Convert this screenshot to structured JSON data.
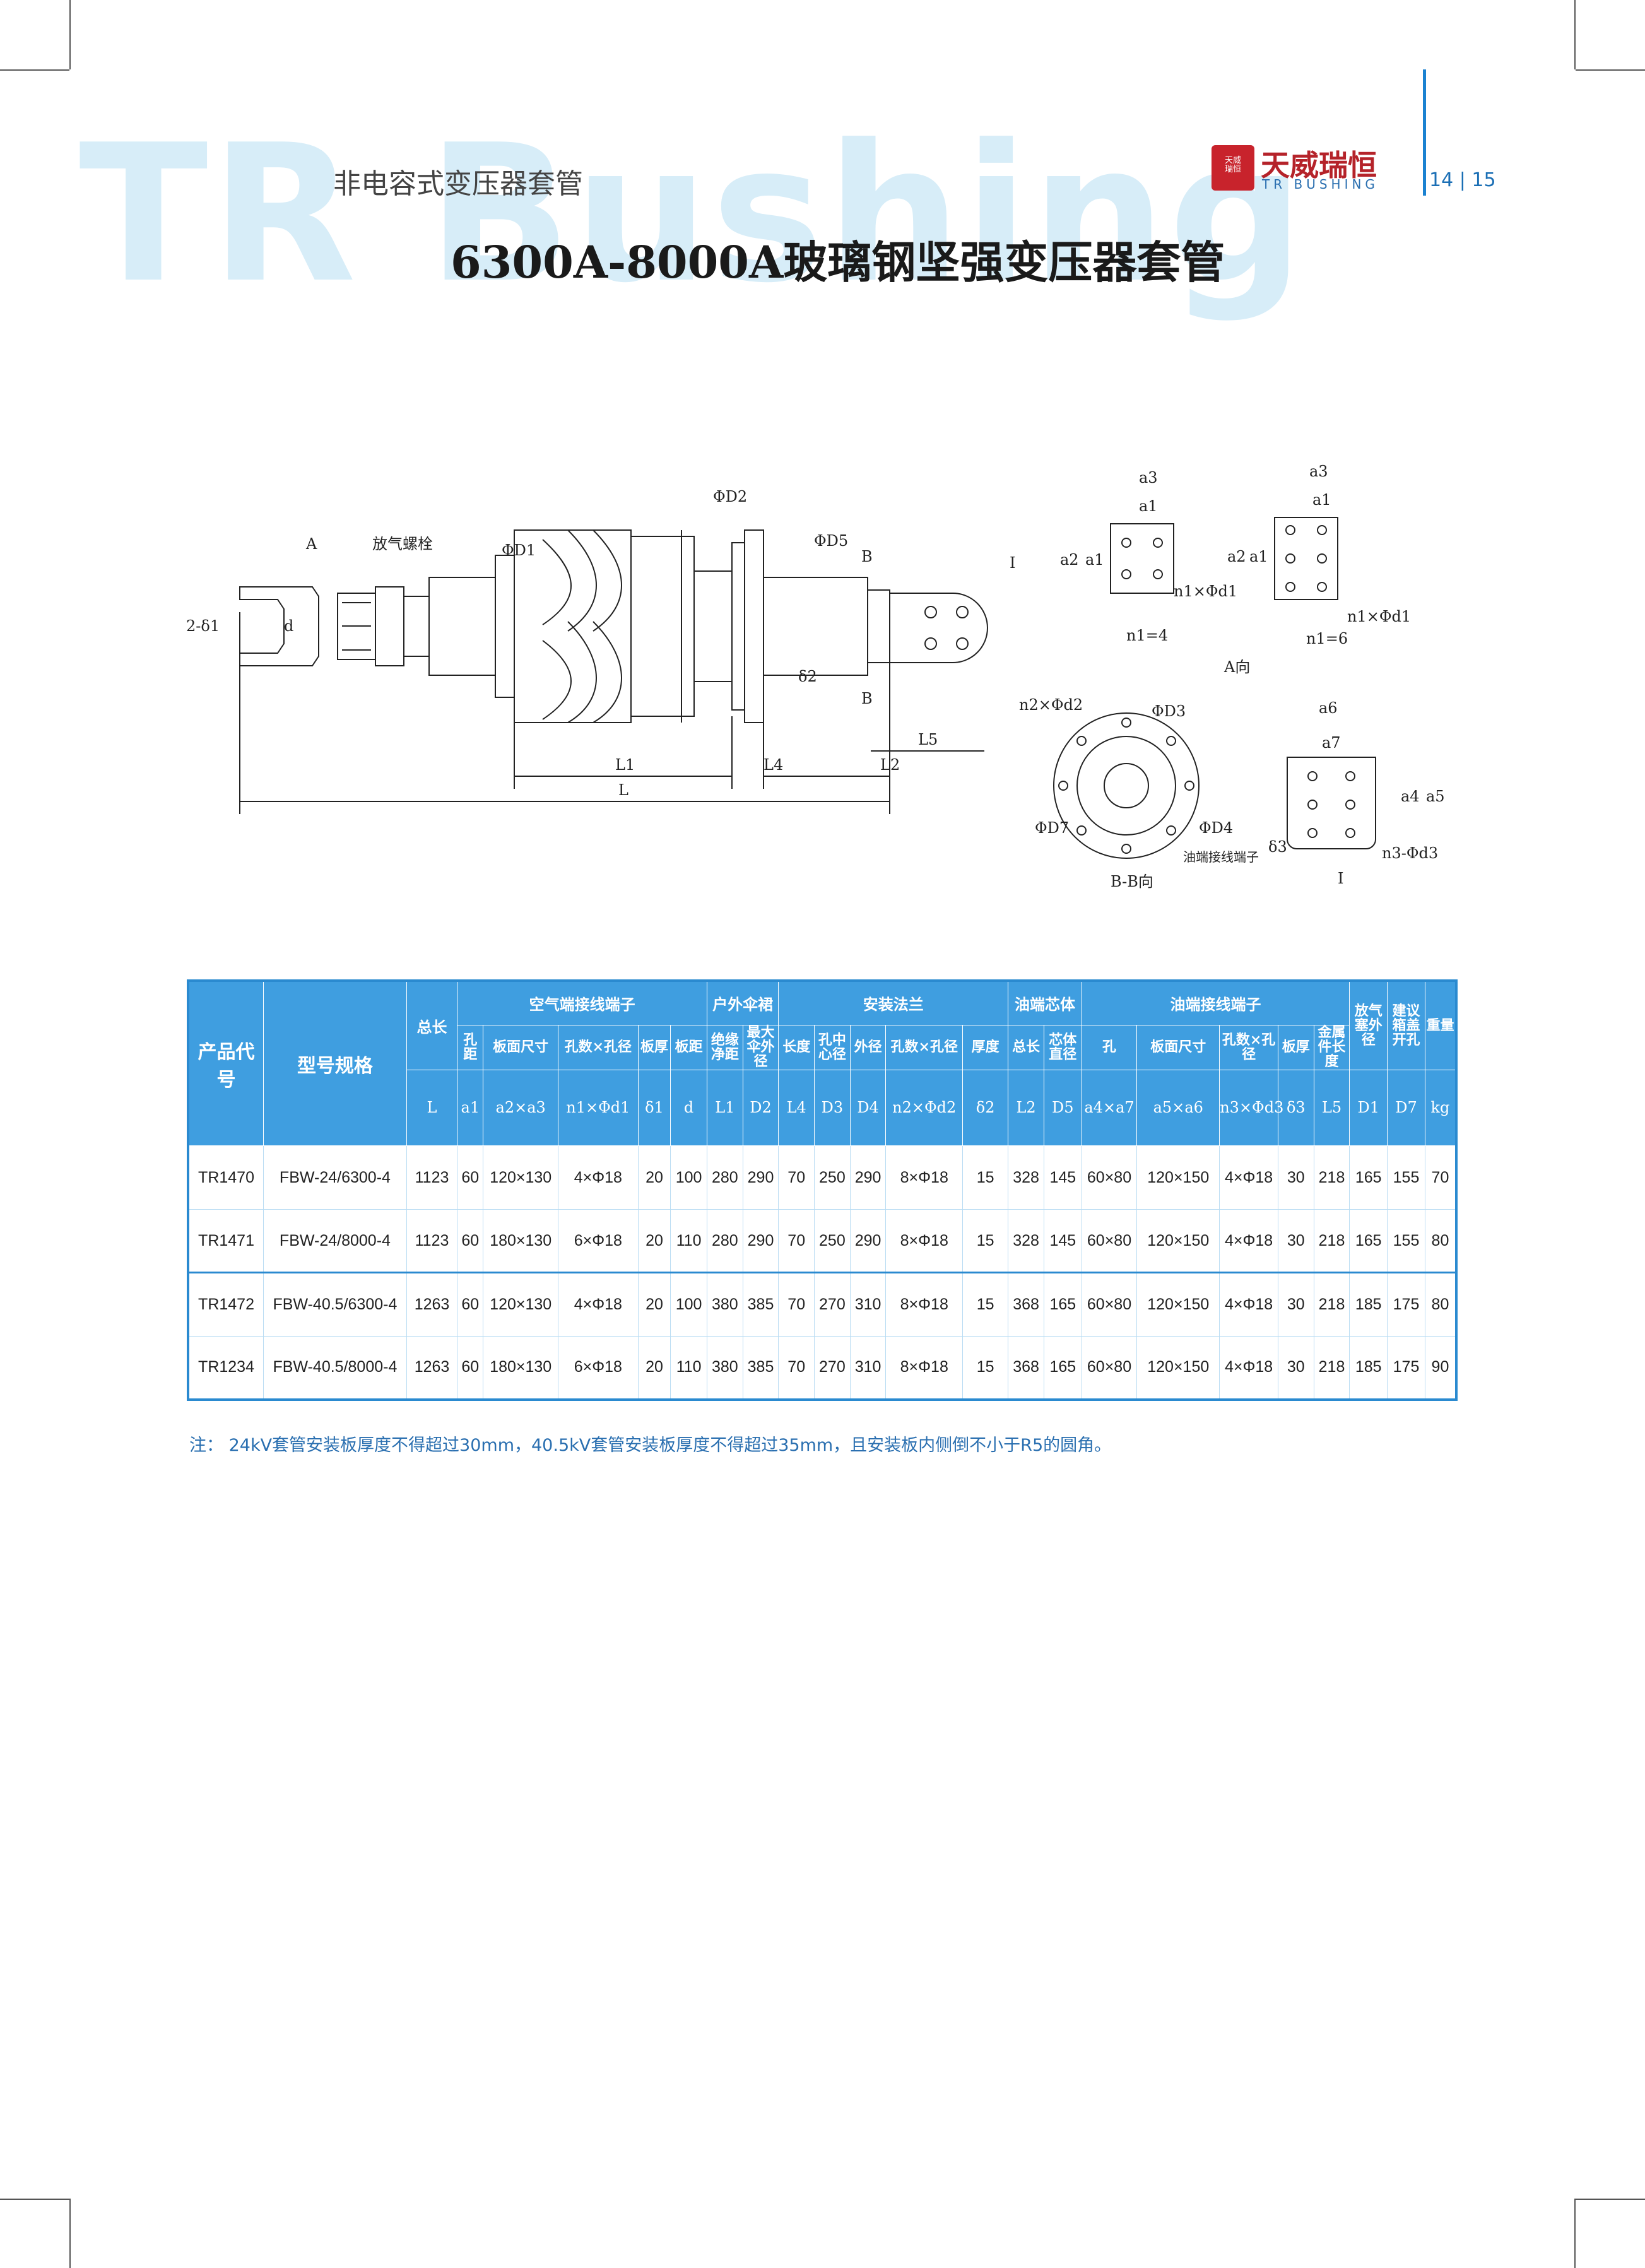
{
  "header": {
    "watermark": "TR Bushing",
    "subtitle": "非电容式变压器套管",
    "title": "6300A-8000A玻璃钢坚强变压器套管",
    "brand_cn": "天威瑞恒",
    "brand_en": "TR BUSHING",
    "pages": "14 | 15"
  },
  "drawing": {
    "labels": {
      "A": "A",
      "vent": "放气螺栓",
      "D1": "ΦD1",
      "D2": "ΦD2",
      "D5": "ΦD5",
      "B": "B",
      "I": "I",
      "delta1": "2-δ1",
      "d": "d",
      "delta2": "δ2",
      "L1": "L1",
      "L4": "L4",
      "L2": "L2",
      "L5": "L5",
      "L": "L",
      "a1": "a1",
      "a2": "a2",
      "a3": "a3",
      "n1d1": "n1×Φd1",
      "n1_4": "n1=4",
      "n1_6": "n1=6",
      "A_view": "A向",
      "n2d2": "n2×Φd2",
      "D3": "ΦD3",
      "D7": "ΦD7",
      "D4": "ΦD4",
      "oil_terminal": "油端接线端子",
      "BB_view": "B-B向",
      "a4": "a4",
      "a5": "a5",
      "a6": "a6",
      "a7": "a7",
      "delta3": "δ3",
      "n3d3": "n3-Φd3",
      "I_view": "I"
    }
  },
  "table": {
    "group_headers": {
      "code": "产品代号",
      "model": "型号规格",
      "total": "总长",
      "air": "空气端接线端子",
      "shed": "户外伞裙",
      "flange": "安装法兰",
      "core": "油端芯体",
      "oil": "油端接线端子",
      "vent": "放气塞外径",
      "cover": "建议箱盖开孔",
      "weight": "重量"
    },
    "sub_headers": [
      "孔距",
      "板面尺寸",
      "孔数×孔径",
      "板厚",
      "板距",
      "绝缘净距",
      "最大伞外径",
      "长度",
      "孔中心径",
      "外径",
      "孔数×孔径",
      "厚度",
      "总长",
      "芯体直径",
      "孔",
      "板面尺寸",
      "孔数×孔径",
      "板厚",
      "金属件长度"
    ],
    "symbols": [
      "L",
      "a1",
      "a2×a3",
      "n1×Φd1",
      "δ1",
      "d",
      "L1",
      "D2",
      "L4",
      "D3",
      "D4",
      "n2×Φd2",
      "δ2",
      "L2",
      "D5",
      "a4×a7",
      "a5×a6",
      "n3×Φd3",
      "δ3",
      "L5",
      "D1",
      "D7",
      "kg"
    ],
    "rows": [
      [
        "TR1470",
        "FBW-24/6300-4",
        "1123",
        "60",
        "120×130",
        "4×Φ18",
        "20",
        "100",
        "280",
        "290",
        "70",
        "250",
        "290",
        "8×Φ18",
        "15",
        "328",
        "145",
        "60×80",
        "120×150",
        "4×Φ18",
        "30",
        "218",
        "165",
        "155",
        "70"
      ],
      [
        "TR1471",
        "FBW-24/8000-4",
        "1123",
        "60",
        "180×130",
        "6×Φ18",
        "20",
        "110",
        "280",
        "290",
        "70",
        "250",
        "290",
        "8×Φ18",
        "15",
        "328",
        "145",
        "60×80",
        "120×150",
        "4×Φ18",
        "30",
        "218",
        "165",
        "155",
        "80"
      ],
      [
        "TR1472",
        "FBW-40.5/6300-4",
        "1263",
        "60",
        "120×130",
        "4×Φ18",
        "20",
        "100",
        "380",
        "385",
        "70",
        "270",
        "310",
        "8×Φ18",
        "15",
        "368",
        "165",
        "60×80",
        "120×150",
        "4×Φ18",
        "30",
        "218",
        "185",
        "175",
        "80"
      ],
      [
        "TR1234",
        "FBW-40.5/8000-4",
        "1263",
        "60",
        "180×130",
        "6×Φ18",
        "20",
        "110",
        "380",
        "385",
        "70",
        "270",
        "310",
        "8×Φ18",
        "15",
        "368",
        "165",
        "60×80",
        "120×150",
        "4×Φ18",
        "30",
        "218",
        "185",
        "175",
        "90"
      ]
    ]
  },
  "note": "注：  24kV套管安装板厚度不得超过30mm，40.5kV套管安装板厚度不得超过35mm，且安装板内侧倒不小于R5的圆角。",
  "colors": {
    "accent": "#3f9ee0",
    "border": "#2a8ad0",
    "watermark": "#d7edf8",
    "brand": "#b5232a"
  }
}
